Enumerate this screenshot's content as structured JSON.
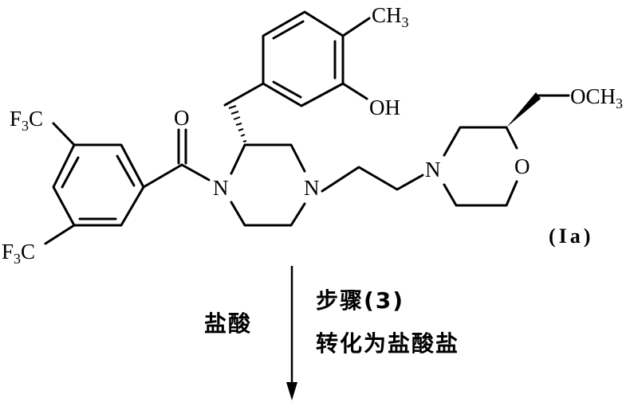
{
  "compound": {
    "label": "(Ia)",
    "atoms": {
      "cf3_top": {
        "main": "F",
        "sub": "3",
        "tail": "C"
      },
      "cf3_bottom": {
        "main": "F",
        "sub": "3",
        "tail": "C"
      },
      "carbonyl_o": "O",
      "piperazine_n1": "N",
      "piperazine_n4": "N",
      "ch3": {
        "main": "CH",
        "sub": "3"
      },
      "oh": "OH",
      "morpholine_n": "N",
      "morpholine_o": "O",
      "och3": {
        "main": "OCH",
        "sub": "3"
      }
    }
  },
  "reaction": {
    "reagent": "盐酸",
    "step": "步骤(3)",
    "description": "转化为盐酸盐",
    "arrow_direction": "down"
  },
  "colors": {
    "ink": "#000000",
    "background": "#ffffff"
  }
}
